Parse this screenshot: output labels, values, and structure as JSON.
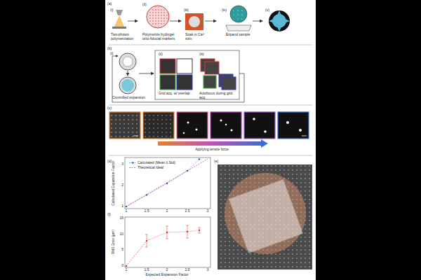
{
  "diagram": {
    "labels": [
      "(a)",
      "(i)",
      "(ii)",
      "(iii)",
      "(iv)",
      "(v)",
      "Two-photon polymerization",
      "Polymerize hydrogel onto fiducial markers",
      "Soak in Ca²⁺ soln.",
      "Expand sample",
      "(b)",
      "(i)",
      "Controlled expansion",
      "(ii)",
      "Grid acq. w/ overlap",
      "(iii)",
      "Autofocus during grid acq.",
      "(c)",
      "Applying tensile force",
      "(d)",
      "Calculated Expansion Factor",
      "3",
      "2",
      "1",
      "1",
      "1.5",
      "2",
      "2.5",
      "3",
      "(e)",
      "(f)",
      "RMS Error (μm)",
      "15",
      "10",
      "5",
      "0",
      "1",
      "1.5",
      "2",
      "2.5",
      "3",
      "Expected Expansion Factor"
    ],
    "legend": [
      {
        "text": "Calculated (Mean ± Std)"
      },
      {
        "text": "Theoretical Ideal"
      }
    ]
  }
}
